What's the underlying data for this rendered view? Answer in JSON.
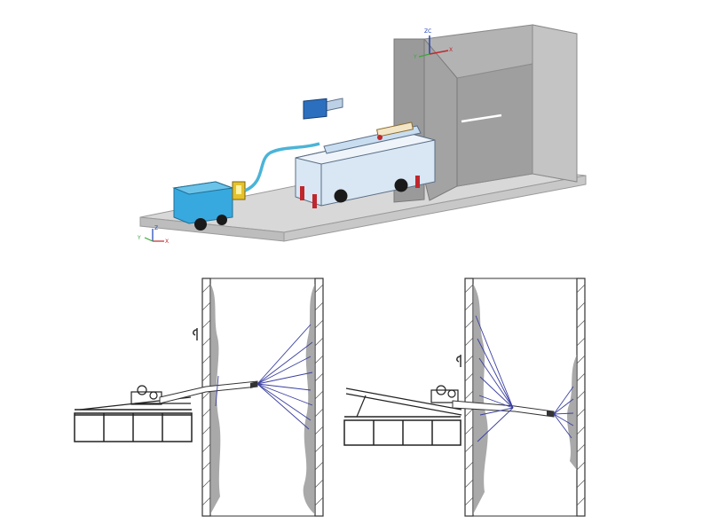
{
  "top_axes": {
    "x": "X",
    "y": "Y",
    "z": "ZC"
  },
  "bottom_axes": {
    "x": "X",
    "y": "Y",
    "z": "Z"
  },
  "colors": {
    "ground": "#d6d6d6",
    "wall": "#a9a9a9",
    "unit_blue": "#33a6dc",
    "cable": "#4bb4d8",
    "control_yellow": "#e5c22b",
    "screen_blue": "#2d6fbf",
    "drill_rig": "#d9e6f3",
    "support_red": "#c0272d",
    "spray_lines": "#3a3fa0"
  }
}
